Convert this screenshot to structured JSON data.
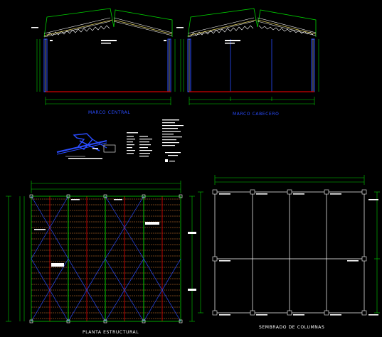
{
  "titles": {
    "central_frame": "MARCO CENTRAL",
    "end_frame": "MARCO CABECERO",
    "structural_plan": "PLANTA ESTRUCTURAL",
    "column_layout": "SEMBRADO DE COLUMNAS"
  },
  "colors": {
    "background": "#000000",
    "frame_green": "#00d000",
    "column_blue": "#2a4cff",
    "floor_red": "#d00000",
    "roof_yellow": "#e0d060",
    "grid_orange": "#e08030",
    "text_white": "#ffffff"
  }
}
